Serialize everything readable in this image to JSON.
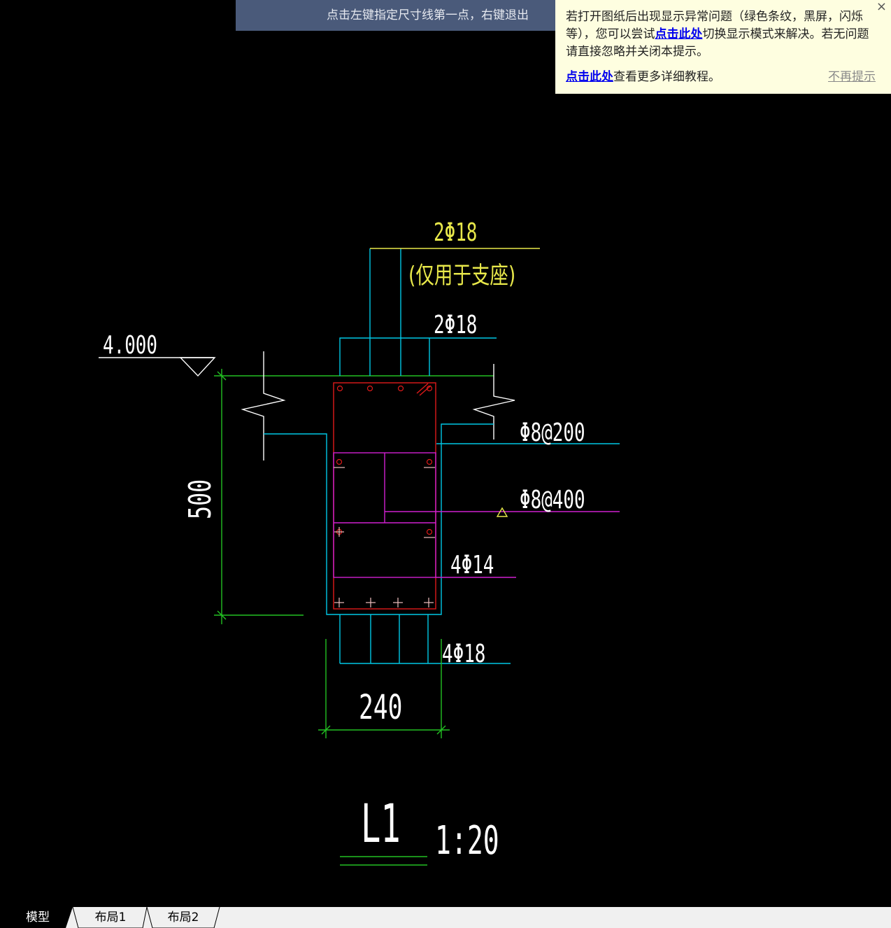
{
  "hint_bar": {
    "text": "点击左键指定尺寸线第一点，右键退出"
  },
  "notice": {
    "text_before_link": "若打开图纸后出现显示异常问题（绿色条纹，黑屏，闪烁等），您可以尝试",
    "link1": "点击此处",
    "text_after_link": "切换显示模式来解决。若无问题请直接忽略并关闭本提示。",
    "link2": "点击此处",
    "text_after_link2": "查看更多详细教程。",
    "dismiss": "不再提示",
    "close": "×"
  },
  "drawing": {
    "label_top_rebar": "2Φ18",
    "label_support_note": "(仅用于支座)",
    "label_mid_rebar": "2Φ18",
    "label_elevation": "4.000",
    "label_stirrup1": "Φ8@200",
    "label_stirrup2": "Φ8@400",
    "label_side_rebar": "4Φ14",
    "label_bottom_rebar": "4Φ18",
    "dim_height": "500",
    "dim_width": "240",
    "title": "L1",
    "scale": "1:20"
  },
  "tabs": [
    {
      "label": "模型",
      "active": true
    },
    {
      "label": "布局1",
      "active": false
    },
    {
      "label": "布局2",
      "active": false
    }
  ],
  "colors": {
    "cyan": "#00c8e6",
    "red": "#e01a1a",
    "magenta": "#d020d0",
    "green": "#22c022",
    "yellow": "#e8e84a",
    "white": "#ffffff"
  }
}
